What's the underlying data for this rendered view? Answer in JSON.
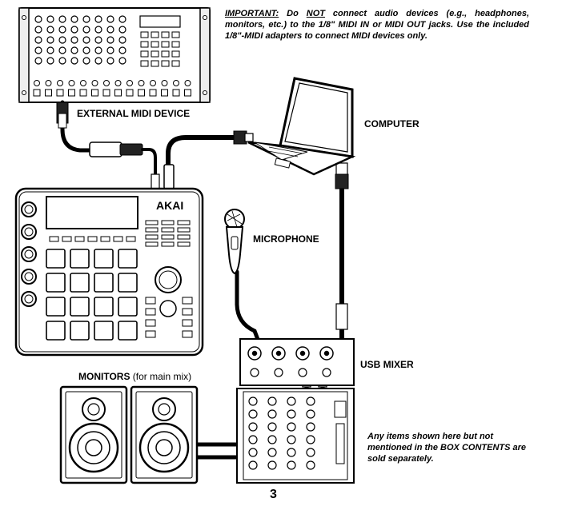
{
  "important_note": {
    "heading": "IMPORTANT:",
    "part1": " Do ",
    "emphasis": "NOT",
    "part2": " connect audio devices (e.g., headphones, monitors, etc.) to the 1/8\" MIDI IN or MIDI OUT jacks. Use the included 1/8\"-MIDI adapters to connect MIDI devices only."
  },
  "labels": {
    "external_midi_device": "EXTERNAL MIDI DEVICE",
    "computer": "COMPUTER",
    "microphone": "MICROPHONE",
    "usb_mixer": "USB MIXER",
    "monitors": "MONITORS",
    "monitors_sub": "(for main mix)"
  },
  "sampler_brand": "AKAI",
  "box_note": "Any items shown here but not mentioned in the BOX CONTENTS are sold separately.",
  "page_number": "3"
}
